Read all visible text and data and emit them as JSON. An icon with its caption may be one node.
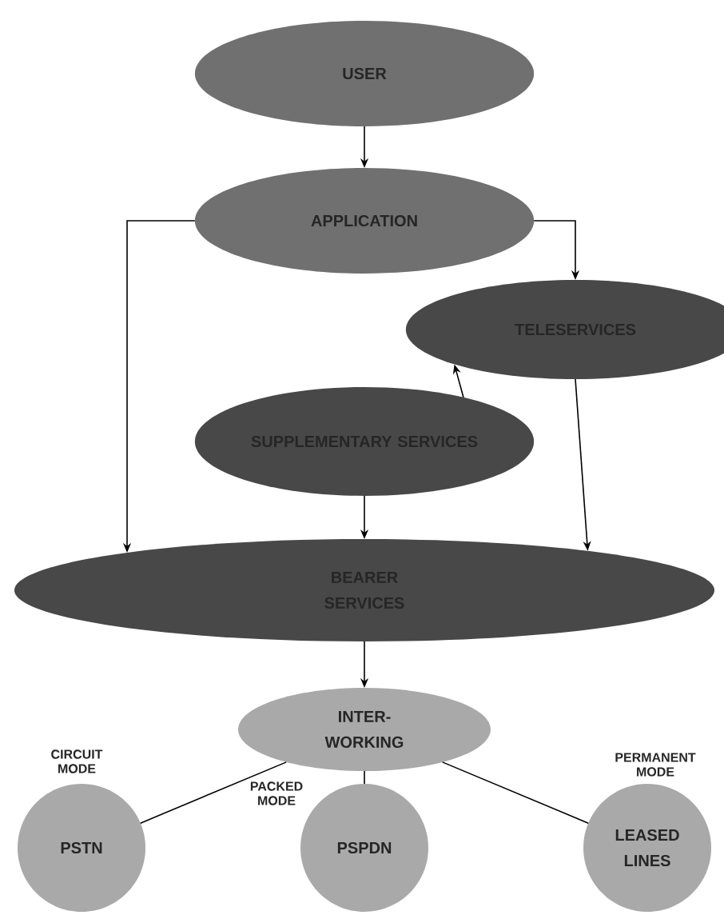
{
  "diagram": {
    "nodes": [
      {
        "text": [
          "USER"
        ]
      },
      {
        "text": [
          "APPLICATION"
        ]
      },
      {
        "text": [
          "TELESERVICES"
        ]
      },
      {
        "text": [
          "SUPPLEMENTARY SERVICES"
        ]
      },
      {
        "text": [
          "BEARER SERVICES"
        ]
      },
      {
        "text": [
          "INTER-WORKING"
        ]
      },
      {
        "text": [
          "PSTN"
        ],
        "beside": [
          "CIRCUIT MODE"
        ]
      },
      {
        "text": [
          "PSPDN"
        ],
        "beside": [
          "PACKED MODE"
        ]
      },
      {
        "text": [
          "LEASED LINES"
        ],
        "beside": [
          "PERMANENT MODE"
        ]
      }
    ],
    "edges": [
      {
        "from": 0,
        "to": 1,
        "arrow": "to"
      },
      {
        "from": 1,
        "to": 4,
        "arrow": "to"
      },
      {
        "from": 1,
        "to": 2,
        "arrow": "to"
      },
      {
        "from": 3,
        "to": 2,
        "arrow": "to"
      },
      {
        "from": 3,
        "to": 4,
        "arrow": "to"
      },
      {
        "from": 2,
        "to": 4,
        "arrow": "to"
      },
      {
        "from": 4,
        "to": 5,
        "arrow": "to"
      },
      {
        "from": 5,
        "to": 6,
        "arrow": "none"
      },
      {
        "from": 5,
        "to": 7,
        "arrow": "none"
      },
      {
        "from": 5,
        "to": 8,
        "arrow": "none"
      }
    ]
  }
}
